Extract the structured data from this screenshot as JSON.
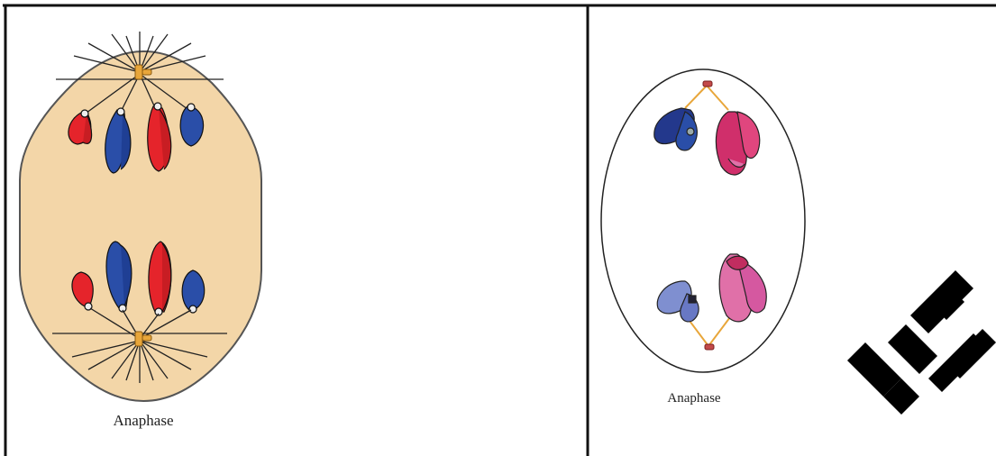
{
  "panels": [
    {
      "caption": "Anaphase",
      "background_color": "#f3d6a8"
    },
    {
      "caption": "Anaphase",
      "background_color": "#ffffff"
    }
  ],
  "colors": {
    "red": "#e5242b",
    "blue": "#2a4ea8",
    "magenta": "#d02f6b",
    "light_blue": "#7f8fd0",
    "pink": "#e070a8",
    "dark_blue": "#23388c",
    "centrosome": "#e8a63a",
    "watermark": "#000000"
  },
  "watermark_text": "ITE"
}
